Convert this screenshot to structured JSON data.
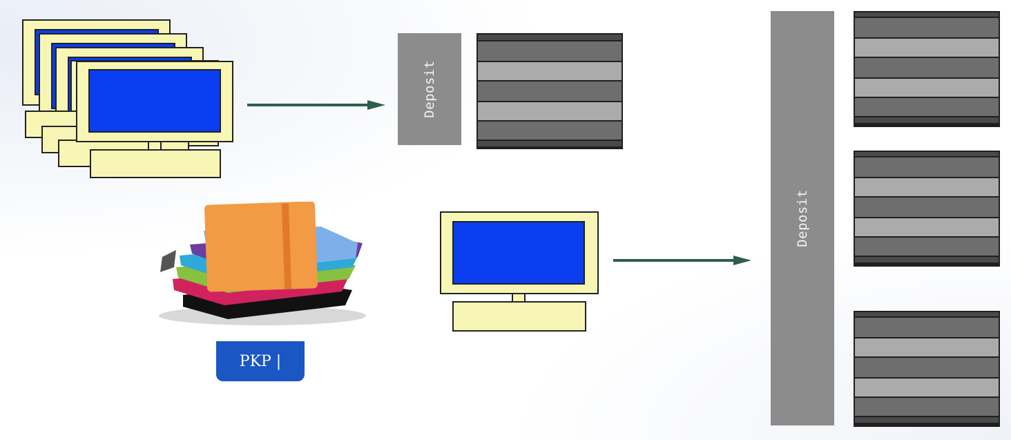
{
  "deposit_top_label": "Deposit",
  "deposit_right_label": "Deposit",
  "pkp_logo_text": "PKP |",
  "colors": {
    "monitor_frame": "#f8f6b4",
    "monitor_screen": "#0b3ef0",
    "deposit_bar": "#8c8c8c",
    "stripe_dark": "#6e6e6e",
    "stripe_light": "#ababab",
    "arrow": "#2f5e4e",
    "pkp_badge": "#1a56c4"
  }
}
